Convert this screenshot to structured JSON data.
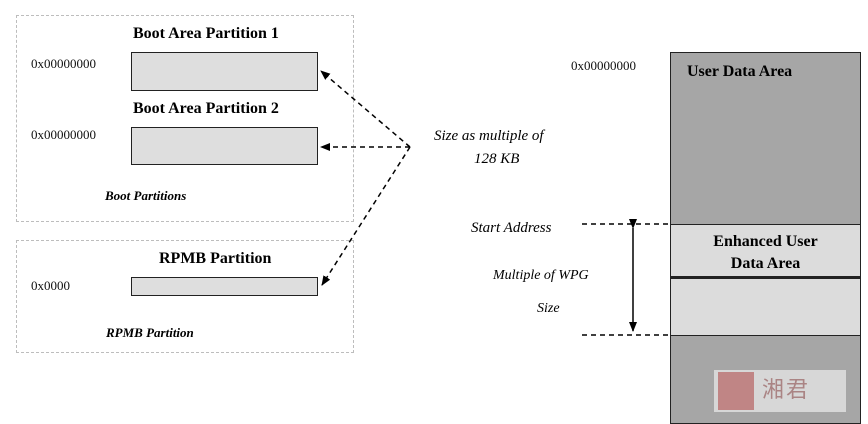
{
  "boot_group": {
    "partition1_title": "Boot Area Partition 1",
    "partition1_address": "0x00000000",
    "partition2_title": "Boot Area Partition 2",
    "partition2_address": "0x00000000",
    "caption": "Boot  Partitions"
  },
  "rpmb_group": {
    "partition_title": "RPMB Partition",
    "partition_address": "0x0000",
    "caption": "RPMB Partition"
  },
  "size_note": {
    "line1": "Size as multiple of",
    "line2": "128 KB"
  },
  "user_data": {
    "address": "0x00000000",
    "title": "User Data Area",
    "start_address_label": "Start Address",
    "enhanced_line1": "Enhanced User",
    "enhanced_line2": "Data Area",
    "multiple_label_line1": "Multiple of WPG",
    "multiple_label_line2": "Size"
  },
  "watermark": {
    "seal_text": "湘君"
  },
  "colors": {
    "partition_fill": "#dedede",
    "user_area_fill": "#a6a6a6",
    "enhanced_fill": "#dcdcdc",
    "group_border": "#bdbdbd"
  }
}
